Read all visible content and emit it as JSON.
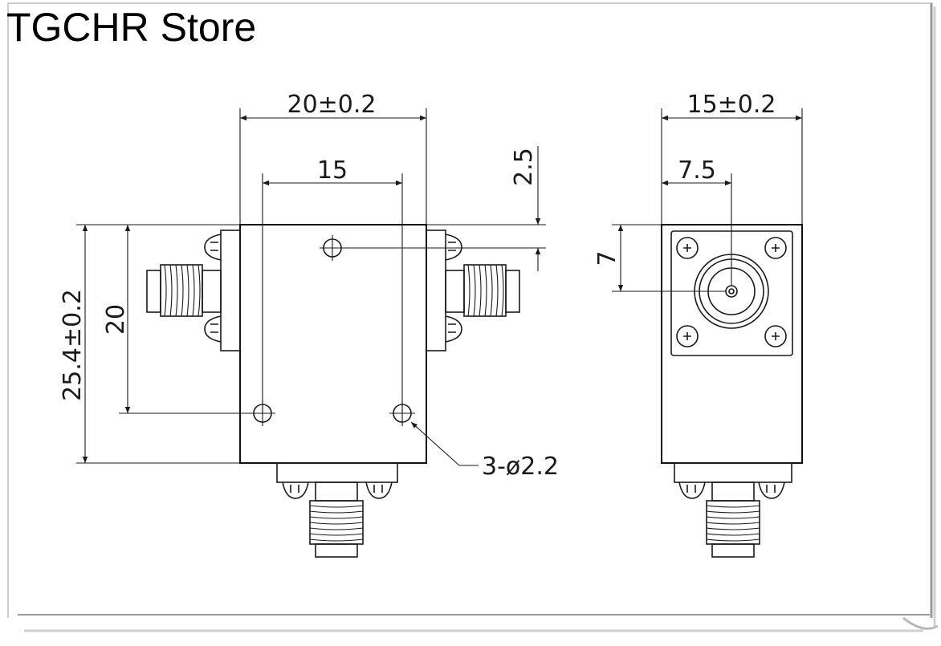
{
  "header": {
    "store_name": "TGCHR Store"
  },
  "dimensions": {
    "front_width": "20±0.2",
    "hole_spacing_horizontal": "15",
    "top_offset": "2.5",
    "front_height": "25.4±0.2",
    "hole_spacing_vertical": "20",
    "hole_callout": "3-ø2.2",
    "side_width": "15±0.2",
    "side_center": "7.5",
    "side_connector_offset": "7"
  }
}
